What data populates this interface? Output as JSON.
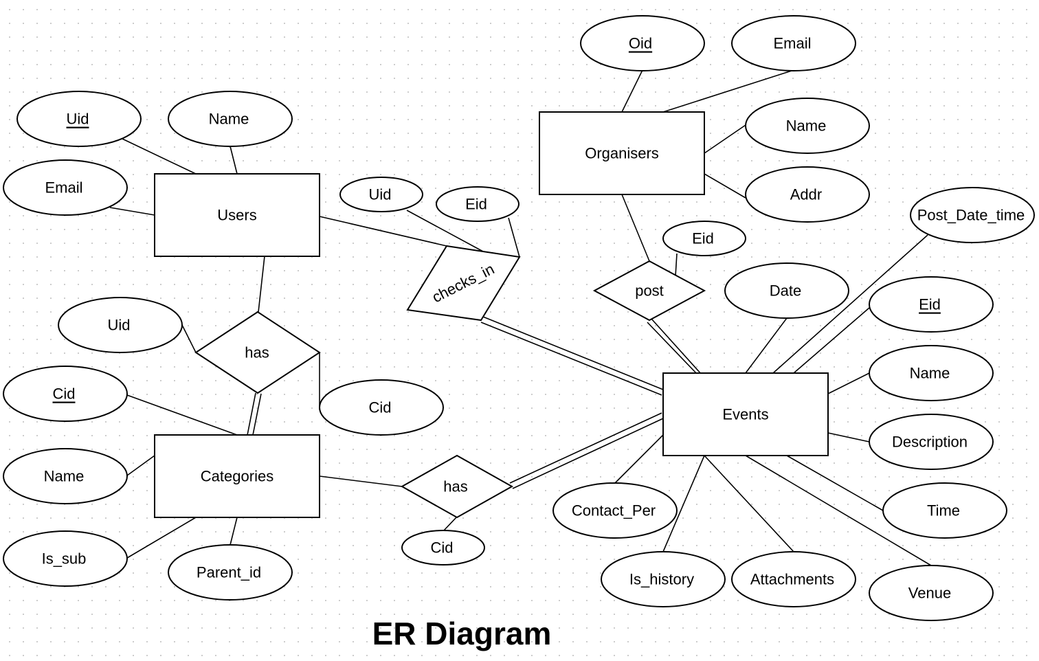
{
  "title": "ER Diagram",
  "colors": {
    "stroke": "#000000",
    "fill": "#ffffff",
    "grid_dots": "#c8c8c8"
  },
  "entities": {
    "users": "Users",
    "organisers": "Organisers",
    "events": "Events",
    "categories": "Categories"
  },
  "relationships": {
    "checks_in": "checks_in",
    "post": "post",
    "has_users_categories": "has",
    "has_categories_events": "has"
  },
  "attributes": {
    "users_uid": "Uid",
    "users_name": "Name",
    "users_email": "Email",
    "checks_in_uid": "Uid",
    "checks_in_eid": "Eid",
    "org_oid": "Oid",
    "org_email": "Email",
    "org_name": "Name",
    "org_addr": "Addr",
    "post_eid": "Eid",
    "has_uid": "Uid",
    "has_cid": "Cid",
    "cat_cid": "Cid",
    "cat_name": "Name",
    "cat_is_sub": "Is_sub",
    "cat_parent_id": "Parent_id",
    "has2_cid": "Cid",
    "ev_post_date_time": "Post_Date_time",
    "ev_date": "Date",
    "ev_eid": "Eid",
    "ev_name": "Name",
    "ev_description": "Description",
    "ev_time": "Time",
    "ev_venue": "Venue",
    "ev_contact_per": "Contact_Per",
    "ev_is_history": "Is_history",
    "ev_attachments": "Attachments"
  },
  "key_attributes": [
    "users_uid",
    "org_oid",
    "cat_cid",
    "ev_eid"
  ]
}
